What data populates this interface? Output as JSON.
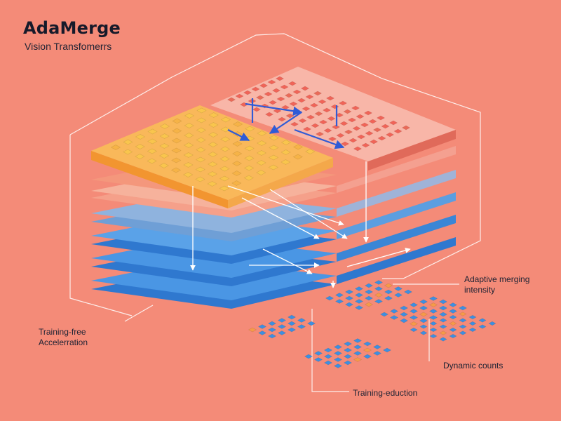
{
  "header": {
    "title": "AdaMerge",
    "subtitle": "Vision Transfomerrs"
  },
  "labels": {
    "adaptive": "Adaptive merging intensity",
    "training_free": "Training-free Accelerration",
    "dynamic": "Dynamic counts",
    "reduction": "Training-eduction"
  },
  "colors": {
    "background": "#f48b78",
    "orange_layer": "#f7a23a",
    "red_layer": "#e8584c",
    "blue_layer": "#3a86d6",
    "token_blue": "#3d8fe0",
    "token_orange": "#f59a4a",
    "arrow_blue": "#2f5bd6",
    "frame_line": "#ffffff"
  }
}
